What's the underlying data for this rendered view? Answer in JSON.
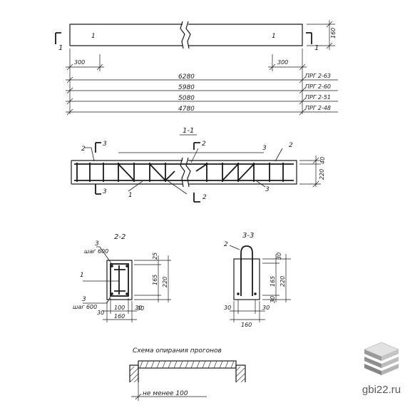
{
  "elevation": {
    "mark_left": "1",
    "mark_right": "1",
    "height": "160",
    "end_dim_left": "300",
    "end_dim_right": "300",
    "section_mark_left": "1",
    "section_mark_right": "1"
  },
  "lengths": [
    {
      "length": "6280",
      "mark": "ПРГ 2-63"
    },
    {
      "length": "5980",
      "mark": "ПРГ 2-60"
    },
    {
      "length": "5080",
      "mark": "ПРГ 2-51"
    },
    {
      "length": "4780",
      "mark": "ПРГ 2-48"
    }
  ],
  "section_1_1": {
    "title": "1-1",
    "label_2_top_left": "2",
    "label_3_top_left": "3",
    "label_2_top_mid": "2",
    "label_3_top_right": "3",
    "label_2_top_right": "2",
    "label_3_bottom_left": "3",
    "label_1_bottom": "1",
    "label_2_bottom_mid": "2",
    "label_3_bottom_right": "3",
    "dim_top": "40",
    "dim_height": "220"
  },
  "section_2_2": {
    "title": "2-2",
    "label_3_top": "3",
    "pitch_top": "шаг 600",
    "label_1": "1",
    "label_3_bottom": "3",
    "pitch_bottom": "шаг 600",
    "dim_25": "25",
    "dim_165": "165",
    "dim_220": "220",
    "dim_30_right": "30",
    "dim_30_left": "30",
    "dim_100": "100",
    "dim_30_b": "30",
    "dim_160": "160"
  },
  "section_3_3": {
    "title": "3-3",
    "label_2": "2",
    "dim_30_top": "30",
    "dim_165": "165",
    "dim_220": "220",
    "dim_30_side": "30",
    "dim_30_left": "30",
    "dim_30_right": "30",
    "dim_160": "160"
  },
  "support": {
    "title": "Схема опирания прогонов",
    "min_dim": "не менее 100"
  },
  "watermark": {
    "text": "gbi22.ru",
    "colors": [
      "#d9d9d9",
      "#b8b8b8",
      "#8a8a8a"
    ]
  }
}
